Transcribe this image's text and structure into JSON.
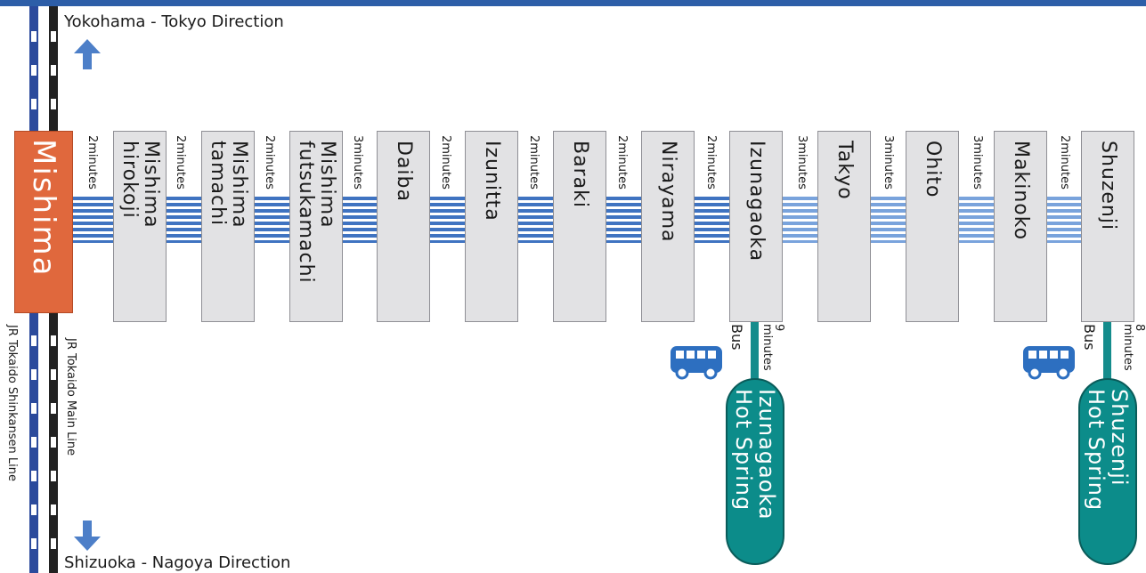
{
  "directions": {
    "north": "Yokohama - Tokyo Direction",
    "south": "Shizuoka - Nagoya Direction"
  },
  "lines": {
    "shinkansen": "JR Tokaido Shinkansen Line",
    "main": "JR Tokaido Main Line"
  },
  "origin": "Mishima",
  "stations": [
    {
      "name": "Mishima\nhirokoji"
    },
    {
      "name": "Mishima\ntamachi"
    },
    {
      "name": "Mishima\nfutsukamachi"
    },
    {
      "name": "Daiba"
    },
    {
      "name": "Izunitta"
    },
    {
      "name": "Baraki"
    },
    {
      "name": "Nirayama"
    },
    {
      "name": "Izunagaoka"
    },
    {
      "name": "Takyo"
    },
    {
      "name": "Ohito"
    },
    {
      "name": "Makinoko"
    },
    {
      "name": "Shuzenji"
    }
  ],
  "segments": [
    "2minutes",
    "2minutes",
    "2minutes",
    "3minutes",
    "2minutes",
    "2minutes",
    "2minutes",
    "2minutes",
    "3minutes",
    "3minutes",
    "3minutes",
    "2minutes"
  ],
  "bus_connections": [
    {
      "label": "Bus",
      "minutes": "9\nminutes",
      "destination": "Izunagaoka\nHot Spring"
    },
    {
      "label": "Bus",
      "minutes": "8\nminutes",
      "destination": "Shuzenji\nHot Spring"
    }
  ],
  "colors": {
    "origin": "#e0683d",
    "station": "#e2e2e4",
    "line_dark": "#3f73c1",
    "line_light": "#79a3dc",
    "hot_spring": "#0c8c8a",
    "bus": "#2d6fc0",
    "shinkansen": "#2b4a9c"
  },
  "icons": {
    "bus": "bus-icon",
    "arrow_up": "arrow-up-icon",
    "arrow_down": "arrow-down-icon"
  }
}
